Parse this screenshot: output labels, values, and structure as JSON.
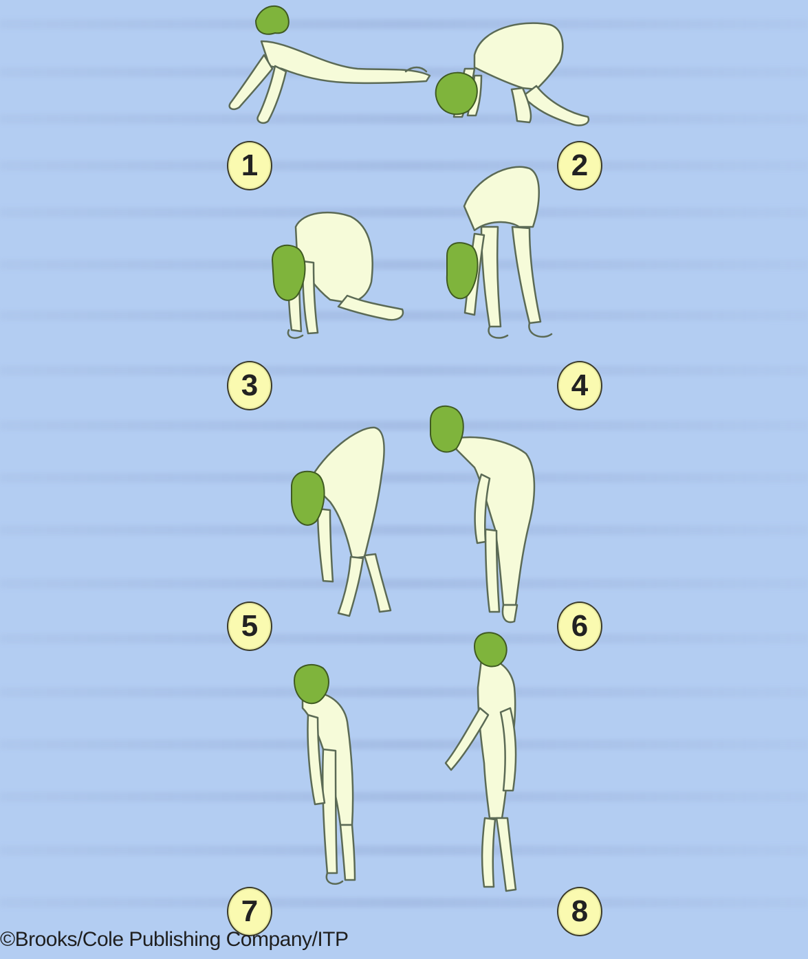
{
  "steps": [
    {
      "label": "1"
    },
    {
      "label": "2"
    },
    {
      "label": "3"
    },
    {
      "label": "4"
    },
    {
      "label": "5"
    },
    {
      "label": "6"
    },
    {
      "label": "7"
    },
    {
      "label": "8"
    }
  ],
  "credit": "©Brooks/Cole Publishing Company/ITP",
  "colors": {
    "background": "#b3cdf2",
    "skin": "#f6fbd9",
    "skin_outline": "#5b6a55",
    "hair": "#7fb43c",
    "badge_fill": "#fafab0"
  }
}
